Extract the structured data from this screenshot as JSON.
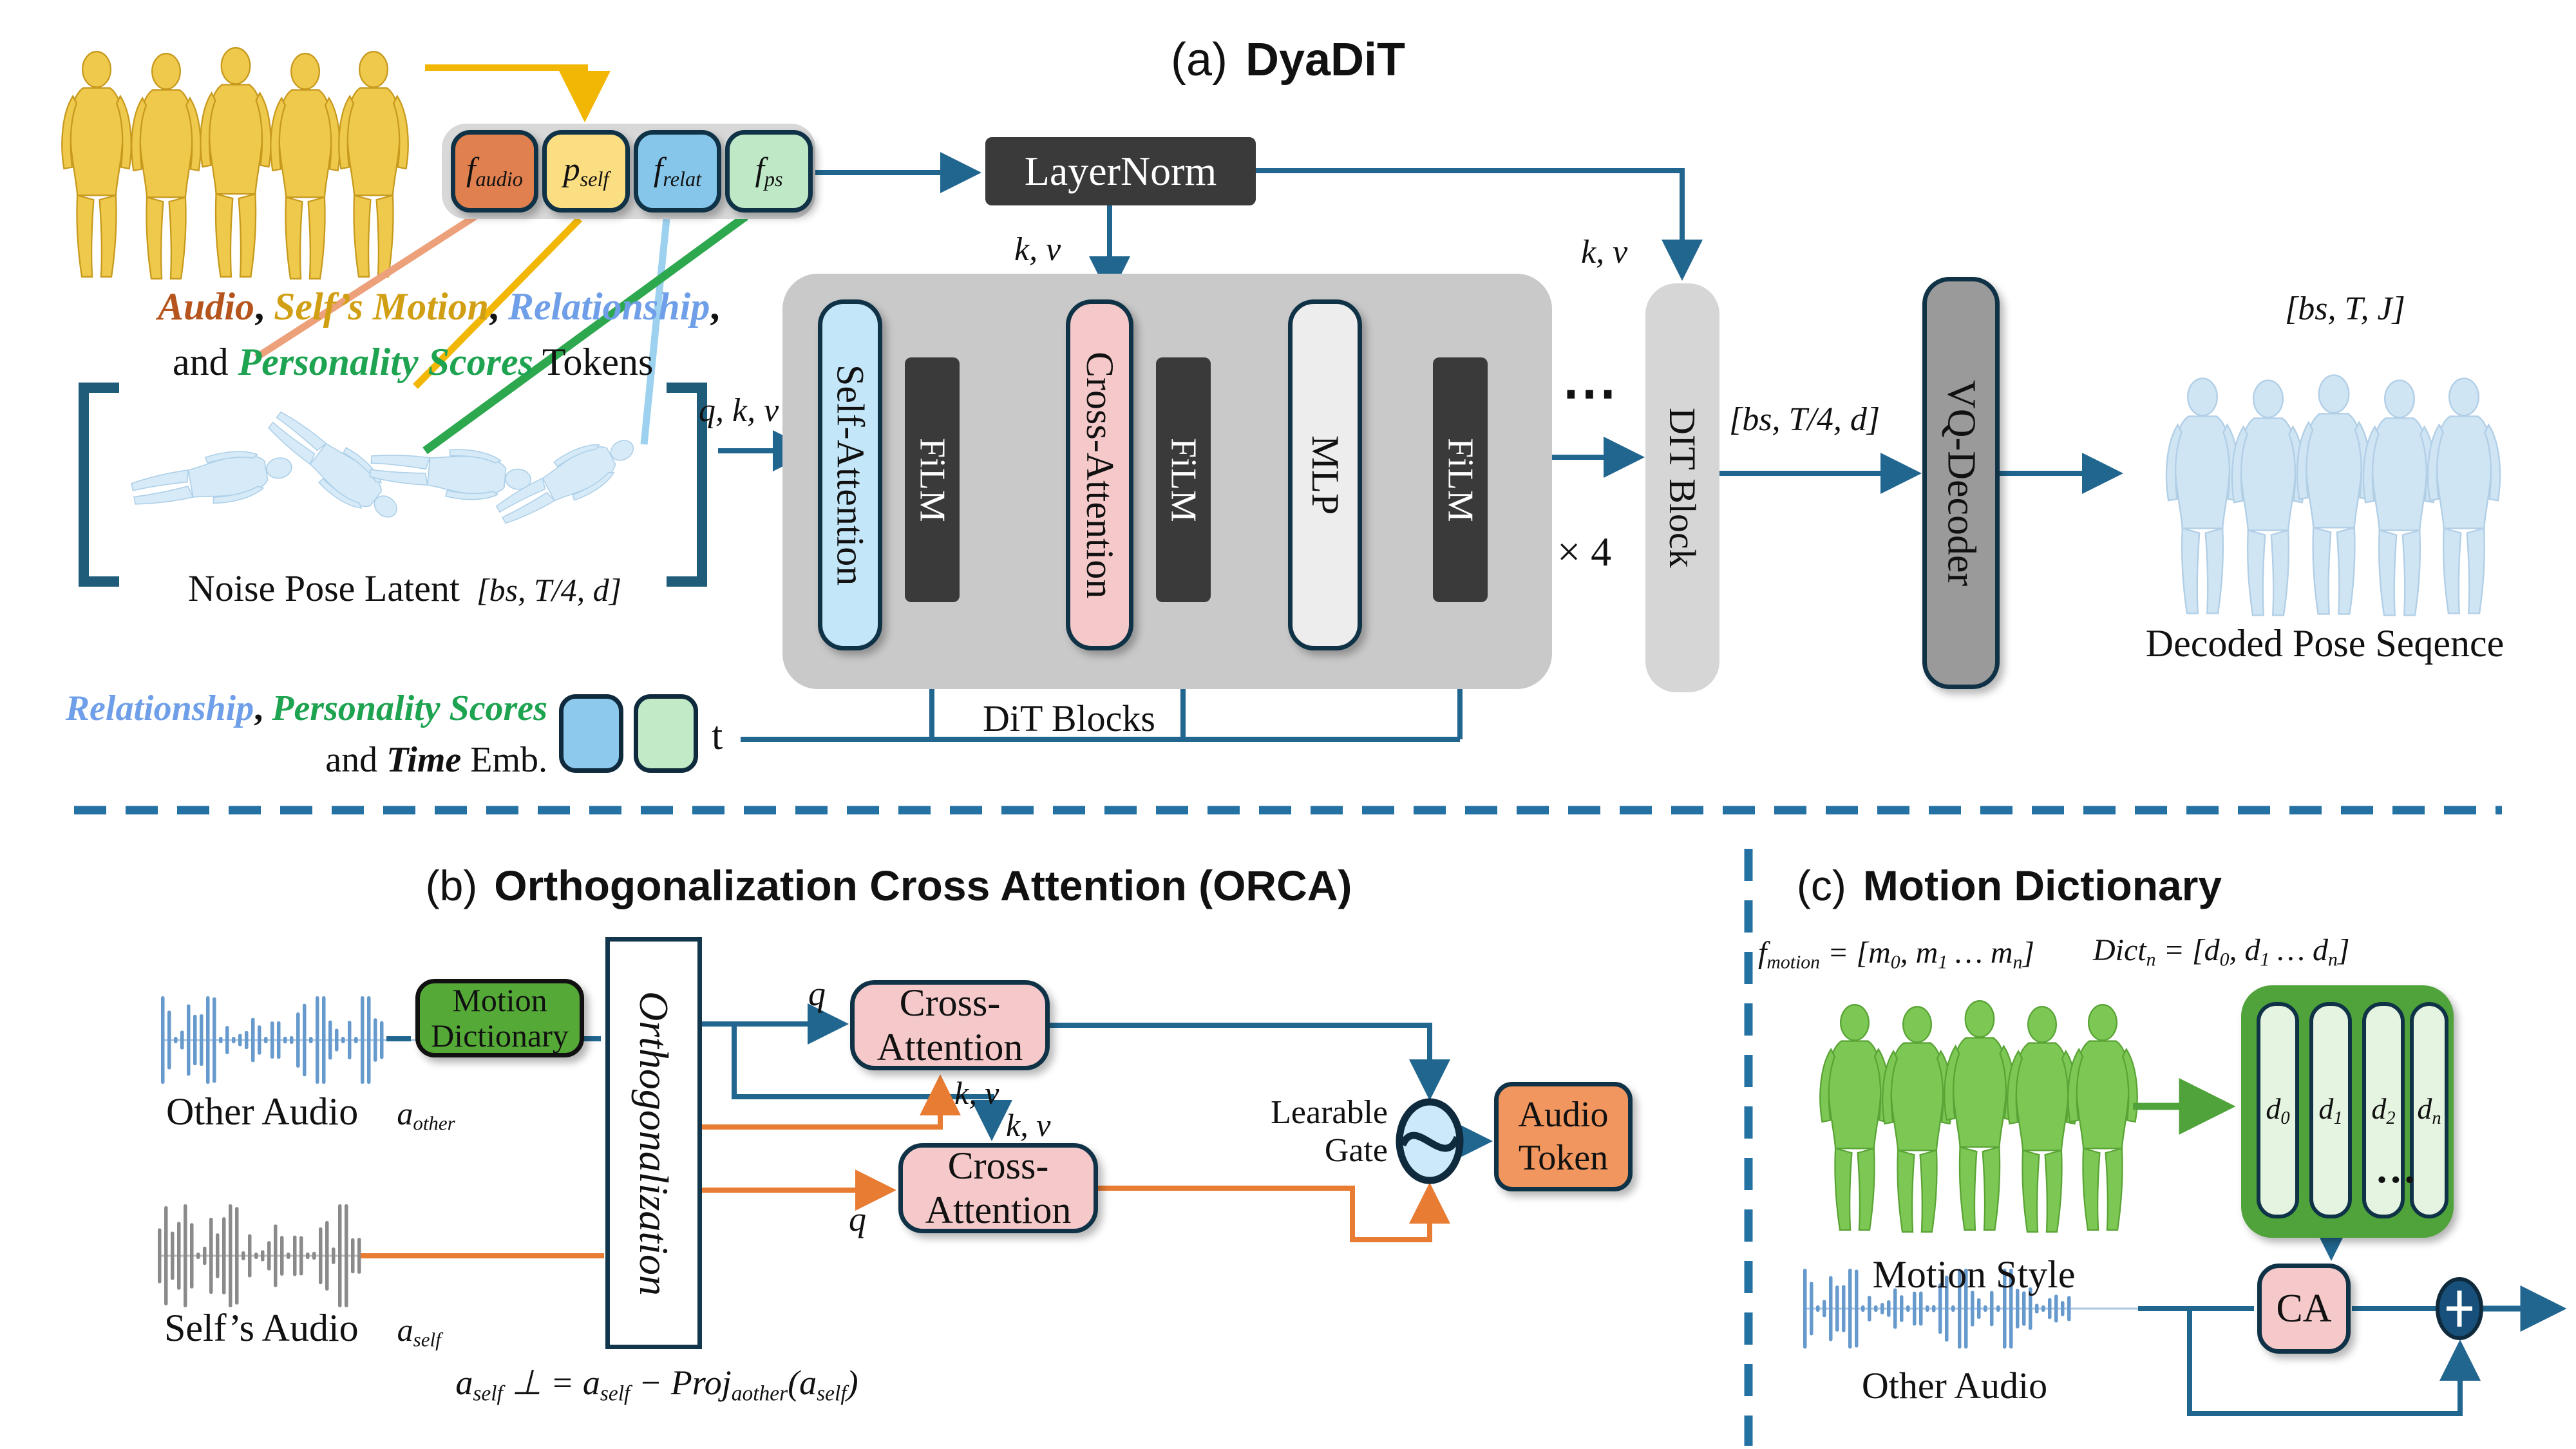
{
  "colors": {
    "arrow_blue": "#21668F",
    "arrow_orange": "#E87C33",
    "arrow_yellow": "#F2B705",
    "arrow_green": "#4FA33A",
    "navy_border": "#0F3247",
    "dark_box": "#3A3A3A",
    "container_gray": "#C9C9C9",
    "token_strip_gray": "#D8D8D8",
    "token_audio": "#E0804F",
    "token_self": "#FBDE82",
    "token_relat": "#85C6EA",
    "token_ps": "#BFE9C6",
    "pink_attention": "#F5C9C9",
    "self_attention_blue": "#C3E6F8",
    "mlp_gray": "#EDEDED",
    "dit_gray": "#D6D6D6",
    "vq_gray": "#9A9A9A",
    "motion_dict_green": "#55AA37",
    "dict_container_green": "#4FA33A",
    "dict_slat_green": "#E4F4E0",
    "audio_token_orange": "#F0965E",
    "gate_fill": "#CBE9F8",
    "word_audio": "#B5541D",
    "word_self_motion": "#D19F13",
    "word_relationship": "#6F9FE8",
    "word_personality": "#1EA351"
  },
  "panel_a": {
    "title_prefix": "(a)",
    "title": "DyaDiT",
    "tokens": {
      "f_audio": [
        [
          "f",
          "audio"
        ]
      ],
      "p_self": [
        [
          "p",
          "self"
        ]
      ],
      "f_relat": [
        [
          "f",
          "relat"
        ]
      ],
      "f_ps": [
        [
          "f",
          "ps"
        ]
      ]
    },
    "caption_line1": [
      {
        "t": "Audio",
        "cls": "w-audio"
      },
      {
        "t": ", ",
        "cls": "plain"
      },
      {
        "t": "Self’s Motion",
        "cls": "w-motion"
      },
      {
        "t": ", ",
        "cls": "plain"
      },
      {
        "t": "Relationship",
        "cls": "w-rel"
      },
      {
        "t": ",",
        "cls": "plain"
      }
    ],
    "caption_line2": [
      {
        "t": "and ",
        "cls": "plain-reg"
      },
      {
        "t": "Personality Scores",
        "cls": "w-pers"
      },
      {
        "t": " Tokens",
        "cls": "plain-reg"
      }
    ],
    "layernorm": "LayerNorm",
    "kv": "k, v",
    "qkv": "q, k, v",
    "self_attention": "Self-Attention",
    "film": "FiLM",
    "cross_attention": "Cross-Attention",
    "mlp": "MLP",
    "dots": "⋯",
    "times4": "× 4",
    "dit_block": "DIT Block",
    "dim_mid": "[bs, T/4, d]",
    "vq_decoder": "VQ-Decoder",
    "dim_out": "[bs, T, J]",
    "decoded_caption": "Decoded Pose Seqence",
    "noise_caption": "Noise Pose Latent",
    "noise_dim": "[bs, T/4, d]",
    "dit_blocks_caption": "DiT Blocks",
    "t_label": "t",
    "emb_caption_line1": [
      {
        "t": "Relationship",
        "cls": "w-rel"
      },
      {
        "t": ", ",
        "cls": "plain"
      },
      {
        "t": "Personality Scores",
        "cls": "w-pers"
      }
    ],
    "emb_caption_line2": [
      {
        "t": "and ",
        "cls": "plain-reg"
      },
      {
        "t": "Time",
        "cls": "bold-it"
      },
      {
        "t": " Emb.",
        "cls": "plain-reg"
      }
    ]
  },
  "panel_b": {
    "title_prefix": "(b)",
    "title": "Orthogonalization Cross Attention (ORCA)",
    "other_audio": "Other Audio",
    "a_other": [
      [
        "a",
        "other"
      ]
    ],
    "motion_dictionary_line1": "Motion",
    "motion_dictionary_line2": "Dictionary",
    "orthogonalization": "Orthogonalization",
    "cross_attention": "Cross-Attention",
    "q": "q",
    "kv": "k, v",
    "learable_gate": "Learable Gate",
    "audio_token_line1": "Audio",
    "audio_token_line2": "Token",
    "selfs_audio": "Self’s Audio",
    "a_self": [
      [
        "a",
        "self"
      ]
    ],
    "formula": [
      [
        "a",
        "self"
      ],
      [
        " ⊥ = ",
        ""
      ],
      [
        "a",
        "self"
      ],
      [
        " − Proj",
        "a"
      ],
      [
        "",
        "other"
      ],
      [
        "(",
        ""
      ],
      [
        "a",
        "self"
      ],
      [
        ")",
        ""
      ]
    ]
  },
  "panel_c": {
    "title_prefix": "(c)",
    "title": "Motion Dictionary",
    "f_motion": [
      [
        "f",
        "motion"
      ],
      [
        " = [",
        ""
      ],
      [
        "m",
        "0"
      ],
      [
        ", ",
        ""
      ],
      [
        "m",
        "1"
      ],
      [
        " … ",
        ""
      ],
      [
        "m",
        "n"
      ],
      [
        "]",
        ""
      ]
    ],
    "dict_n": [
      [
        "Dict",
        "n"
      ],
      [
        " = [",
        ""
      ],
      [
        "d",
        "0"
      ],
      [
        ", ",
        ""
      ],
      [
        "d",
        "1"
      ],
      [
        " … ",
        ""
      ],
      [
        "d",
        "n"
      ],
      [
        "]",
        ""
      ]
    ],
    "d0": [
      [
        "d",
        "0"
      ]
    ],
    "d1": [
      [
        "d",
        "1"
      ]
    ],
    "d2": [
      [
        "d",
        "2"
      ]
    ],
    "dn": [
      [
        "d",
        "n"
      ]
    ],
    "dots": "…",
    "motion_style": "Motion Style",
    "ca": "CA",
    "other_audio": "Other Audio"
  }
}
